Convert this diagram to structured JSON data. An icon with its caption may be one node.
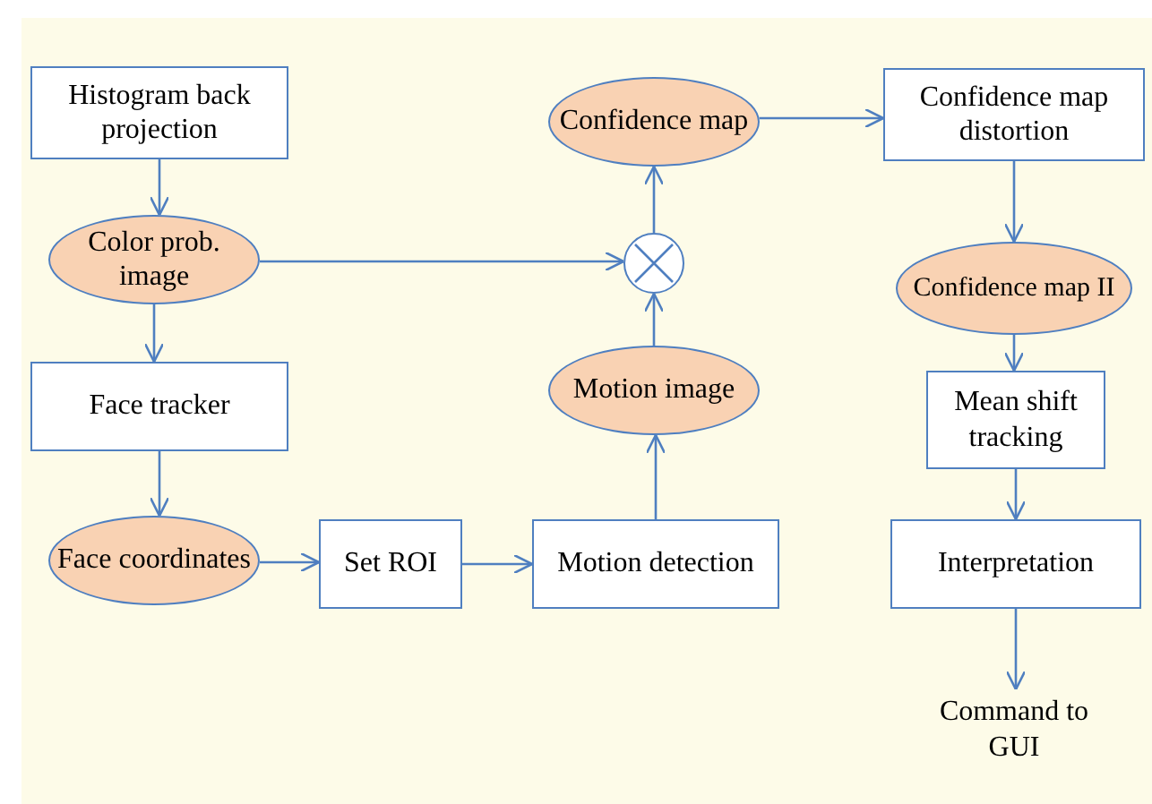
{
  "diagram": {
    "nodes": [
      {
        "text": [
          "Histogram back projection"
        ]
      },
      {
        "text": [
          "Color prob. image"
        ]
      },
      {
        "text": [
          "Face tracker"
        ]
      },
      {
        "text": [
          "Face coordinates"
        ]
      },
      {
        "text": [
          "Set ROI"
        ]
      },
      {
        "text": [
          "Motion detection"
        ]
      },
      {
        "text": [
          "Motion image"
        ]
      },
      {
        "text": [],
        "shape": "circle"
      },
      {
        "text": [
          "Confidence map"
        ]
      },
      {
        "text": [
          "Confidence map distortion"
        ]
      },
      {
        "text": [
          "Confidence map II"
        ]
      },
      {
        "text": [
          "Mean shift tracking"
        ]
      },
      {
        "text": [
          "Interpretation"
        ]
      },
      {
        "text": [
          "Command to GUI"
        ]
      }
    ],
    "edges": [
      {
        "from": 0,
        "to": 1,
        "arrow": "to"
      },
      {
        "from": 1,
        "to": 2,
        "arrow": "to"
      },
      {
        "from": 2,
        "to": 3,
        "arrow": "to"
      },
      {
        "from": 3,
        "to": 4,
        "arrow": "to"
      },
      {
        "from": 4,
        "to": 5,
        "arrow": "to"
      },
      {
        "from": 5,
        "to": 6,
        "arrow": "to"
      },
      {
        "from": 6,
        "to": 7,
        "arrow": "to"
      },
      {
        "from": 1,
        "to": 7,
        "arrow": "to"
      },
      {
        "from": 7,
        "to": 8,
        "arrow": "to"
      },
      {
        "from": 8,
        "to": 9,
        "arrow": "to"
      },
      {
        "from": 9,
        "to": 10,
        "arrow": "to"
      },
      {
        "from": 10,
        "to": 11,
        "arrow": "to"
      },
      {
        "from": 11,
        "to": 12,
        "arrow": "to"
      },
      {
        "from": 12,
        "to": 13,
        "arrow": "to"
      }
    ]
  }
}
